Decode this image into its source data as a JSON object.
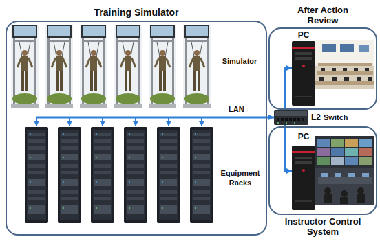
{
  "diagram": {
    "nodes": [
      {
        "text": [
          "Training Simulator"
        ]
      },
      {
        "text": [
          "After Action Review"
        ]
      },
      {
        "text": [
          "PC"
        ],
        "in": 1
      },
      {
        "text": [
          "L2",
          "Switch"
        ]
      },
      {
        "text": [
          "Instructor Control System"
        ]
      },
      {
        "text": [
          "PC"
        ],
        "in": 4
      }
    ],
    "edges": [
      {
        "from": 0,
        "to": 3,
        "label": "LAN",
        "arrow": "to"
      },
      {
        "from": 3,
        "to": 2,
        "arrow": "to"
      },
      {
        "from": 3,
        "to": 5,
        "arrow": "to"
      }
    ],
    "labels": [
      "Simulator",
      "Equipment Racks"
    ]
  }
}
